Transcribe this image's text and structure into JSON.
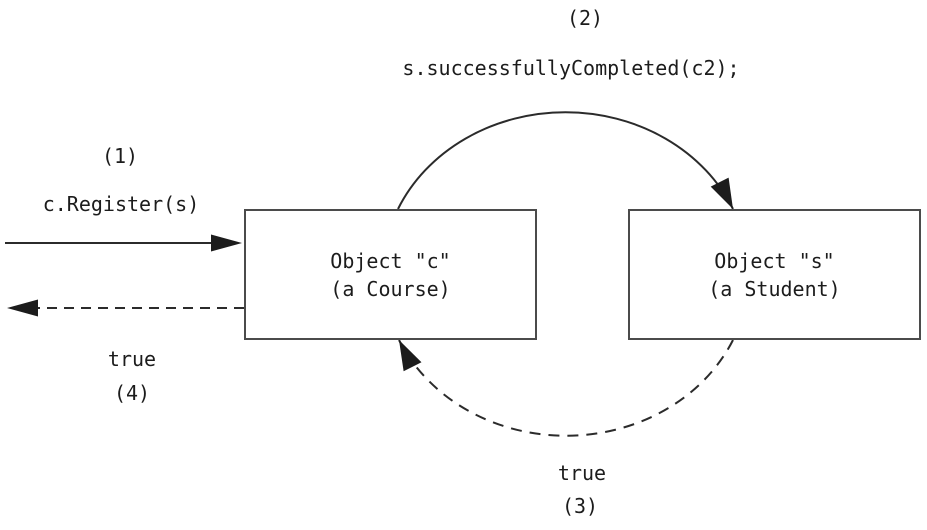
{
  "figure": {
    "type": "object-interaction-diagram",
    "boxes": {
      "course": {
        "title": "Object \"c\"",
        "subtitle": "(a Course)"
      },
      "student": {
        "title": "Object \"s\"",
        "subtitle": "(a Student)"
      }
    },
    "steps": {
      "one": {
        "number": "(1)",
        "label": "c.Register(s)",
        "arrow": "solid straight, into course box from left"
      },
      "two": {
        "number": "(2)",
        "label": "s.successfullyCompleted(c2);",
        "arrow": "solid arc, course top to student top"
      },
      "three": {
        "number": "(3)",
        "label": "true",
        "arrow": "dashed arc, student bottom to course bottom"
      },
      "four": {
        "number": "(4)",
        "label": "true",
        "arrow": "dashed straight, out of course box to left"
      }
    },
    "colors": {
      "stroke": "#2b2b2b",
      "box_border": "#4b4b4b",
      "text": "#1c1c1c",
      "background": "#ffffff"
    }
  }
}
